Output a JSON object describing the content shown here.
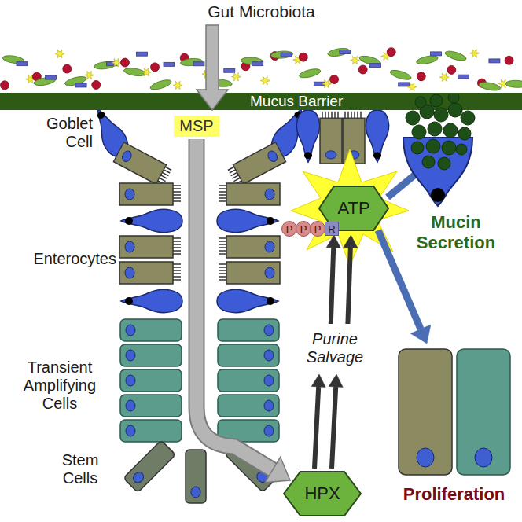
{
  "diagram": {
    "nodes": [
      {
        "text": [
          "Mucus Barrier"
        ]
      },
      {
        "text": [
          "MSP"
        ]
      },
      {
        "text": [
          "ATP"
        ]
      },
      {
        "text": [
          "P"
        ]
      },
      {
        "text": [
          "P"
        ]
      },
      {
        "text": [
          "P"
        ]
      },
      {
        "text": [
          "R"
        ]
      },
      {
        "text": [
          "Mucin Secretion"
        ]
      },
      {
        "text": [
          "Proliferation"
        ]
      },
      {
        "text": [
          "HPX"
        ]
      }
    ],
    "edges": [
      {
        "from": 1,
        "to": 9,
        "arrow": "to"
      },
      {
        "from": 9,
        "to": 2,
        "label": "Purine Salvage",
        "arrow": "to"
      },
      {
        "from": 2,
        "to": 7,
        "arrow": "to"
      },
      {
        "from": 2,
        "to": 8,
        "arrow": "to"
      }
    ],
    "labels": [
      "Gut Microbiota",
      "Goblet Cell",
      "Enterocytes",
      "Transient Amplifying Cells",
      "Stem Cells"
    ]
  }
}
